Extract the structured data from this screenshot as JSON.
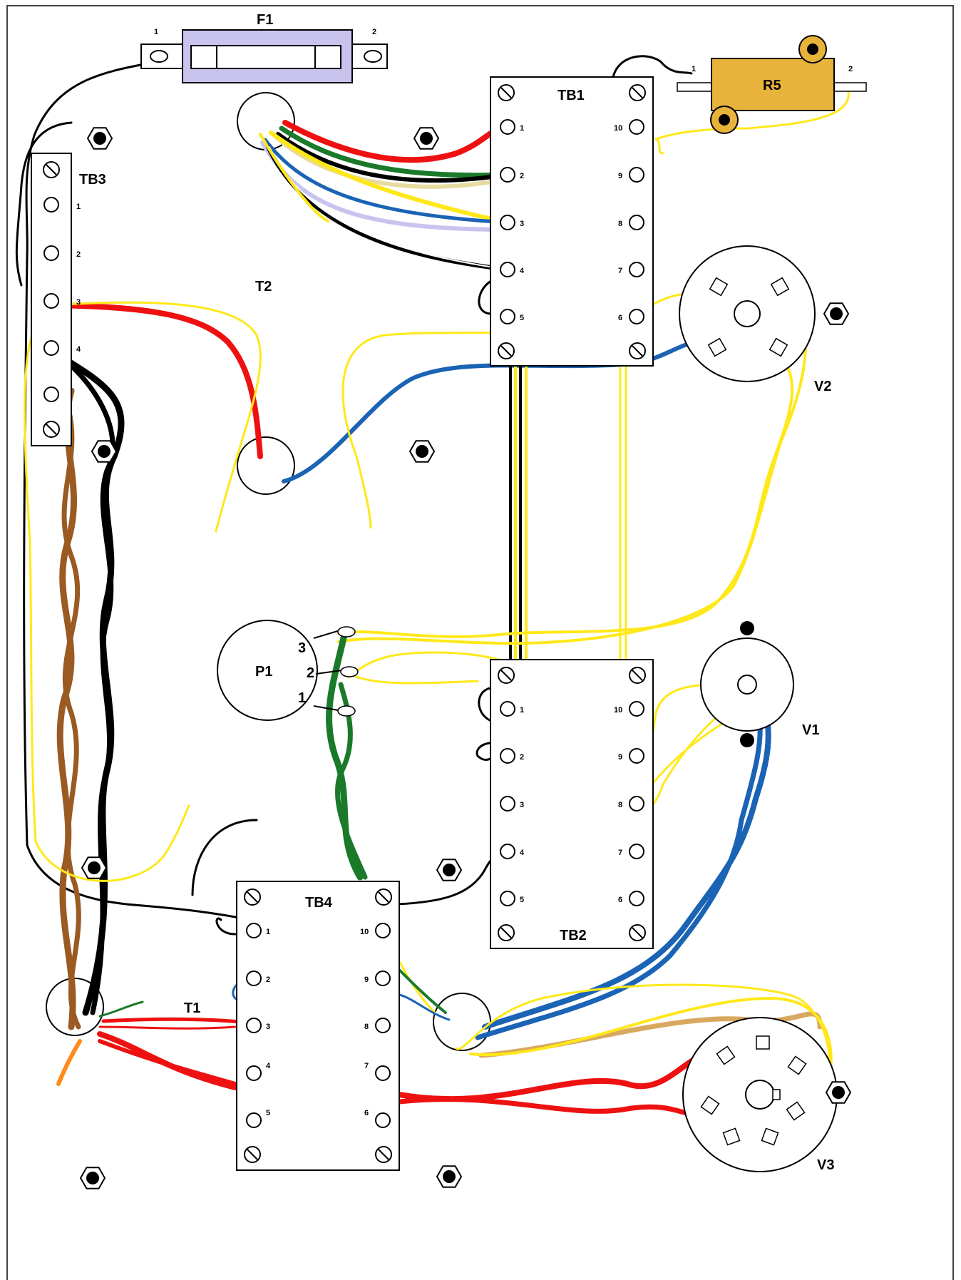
{
  "components": {
    "fuse": {
      "label": "F1",
      "pin_left": "1",
      "pin_right": "2"
    },
    "resistor": {
      "label": "R5",
      "pin_left": "1",
      "pin_right": "2"
    },
    "transformer_t2": {
      "label": "T2"
    },
    "transformer_t1": {
      "label": "T1"
    },
    "pot": {
      "label": "P1",
      "pins": [
        "3",
        "2",
        "1"
      ]
    },
    "tube_v1": {
      "label": "V1"
    },
    "tube_v2": {
      "label": "V2"
    },
    "tube_v3": {
      "label": "V3"
    }
  },
  "terminal_blocks": {
    "tb1": {
      "label": "TB1",
      "left_pins": [
        "1",
        "2",
        "3",
        "4",
        "5"
      ],
      "right_pins": [
        "10",
        "9",
        "8",
        "7",
        "6"
      ]
    },
    "tb2": {
      "label": "TB2",
      "left_pins": [
        "1",
        "2",
        "3",
        "4",
        "5"
      ],
      "right_pins": [
        "10",
        "9",
        "8",
        "7",
        "6"
      ]
    },
    "tb3": {
      "label": "TB3",
      "pins": [
        "1",
        "2",
        "3",
        "4"
      ]
    },
    "tb4": {
      "label": "TB4",
      "left_pins": [
        "1",
        "2",
        "3",
        "4",
        "5"
      ],
      "right_pins": [
        "10",
        "9",
        "8",
        "7",
        "6"
      ]
    }
  },
  "colors": {
    "red": "#ee1111",
    "yellow": "#ffe81a",
    "green": "#1a7a2a",
    "black": "#000000",
    "blue": "#1a63b5",
    "brown": "#9a5a22",
    "tan": "#d9a860",
    "orange": "#ff8a1a",
    "lavender": "#c9c4ee",
    "fuse_body": "#c9c4ee",
    "resistor_body": "#e8b33a"
  },
  "icons": {
    "mount": "hex-nut-icon",
    "screw": "screw-slot-icon"
  }
}
